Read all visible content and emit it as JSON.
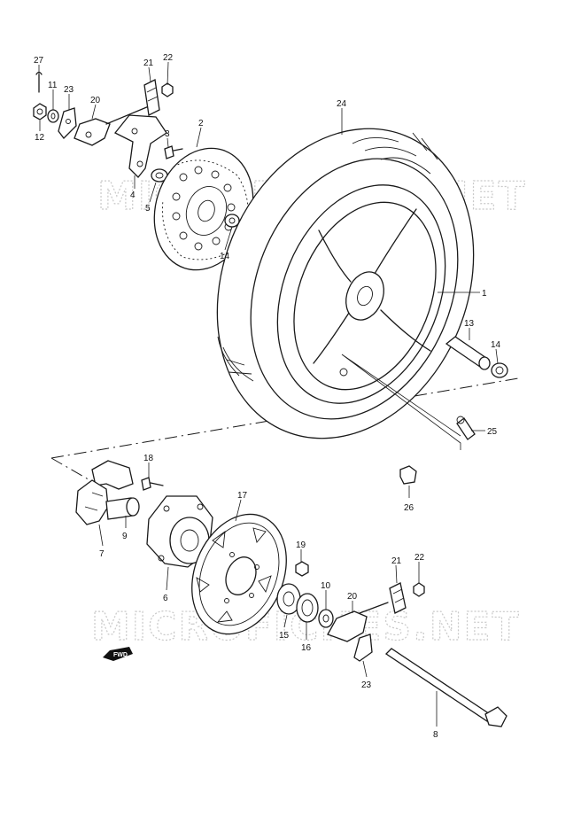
{
  "watermark": {
    "text": "MICROFICHES.NET"
  },
  "direction_badge": {
    "text": "FWD"
  },
  "callouts": [
    "27",
    "11",
    "23",
    "20",
    "21",
    "22",
    "12",
    "2",
    "3",
    "4",
    "5",
    "14",
    "24",
    "1",
    "13",
    "14",
    "25",
    "18",
    "17",
    "26",
    "7",
    "9",
    "6",
    "19",
    "21",
    "22",
    "10",
    "20",
    "15",
    "16",
    "23",
    "8"
  ]
}
